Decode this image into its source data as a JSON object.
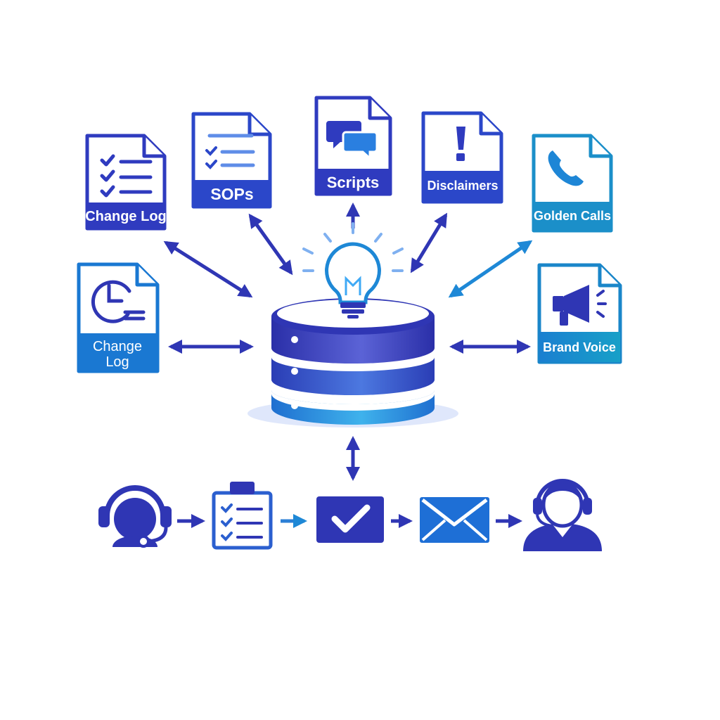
{
  "documents": {
    "change_log_checklist": {
      "label": "Change Log",
      "icon": "checklist-icon",
      "color": "#2f3bbf"
    },
    "sops": {
      "label": "SOPs",
      "icon": "list-icon",
      "color": "#2b47c9"
    },
    "scripts": {
      "label": "Scripts",
      "icon": "chat-bubbles-icon",
      "color": "#2f3bbf"
    },
    "disclaimers": {
      "label": "Disclaimers",
      "icon": "exclamation-icon",
      "color": "#2b47c9"
    },
    "golden_calls": {
      "label": "Golden Calls",
      "icon": "phone-icon",
      "color": "#1b8fc9"
    },
    "change_log_clock": {
      "label_line1": "Change",
      "label_line2": "Log",
      "icon": "clock-icon",
      "color": "#1a78d2"
    },
    "brand_voice": {
      "label": "Brand Voice",
      "icon": "megaphone-icon",
      "color": "#1a86c9"
    }
  },
  "hub": {
    "icon": "lightbulb-icon",
    "base": "database-icon"
  },
  "workflow": {
    "steps": [
      "agent-headset-icon",
      "clipboard-checklist-icon",
      "checkmark-icon",
      "envelope-icon",
      "support-agent-icon"
    ]
  },
  "colors": {
    "primary": "#2f36b4",
    "accent": "#1e88d6",
    "light_blue": "#3fa9f5"
  }
}
